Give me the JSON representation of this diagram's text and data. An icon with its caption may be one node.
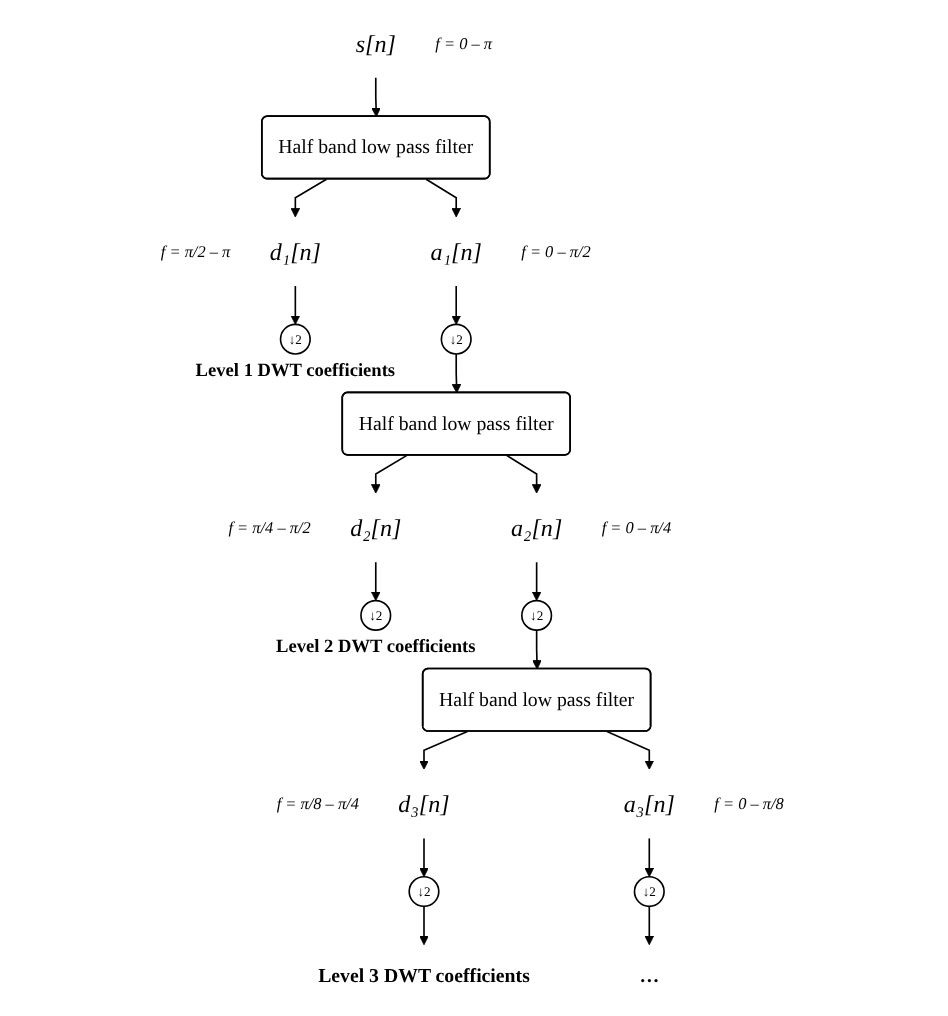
{
  "diagram": {
    "nodes": [
      {
        "text": [
          "s[n]"
        ],
        "beside": [
          "f = 0 – π"
        ]
      },
      {
        "text": [
          "Half band low pass filter"
        ]
      },
      {
        "text": [
          "d₁[n]"
        ],
        "beside": [
          "f = π/2 – π"
        ]
      },
      {
        "text": [
          "a₁[n]"
        ],
        "beside": [
          "f = 0 – π/2"
        ]
      },
      {
        "text": [
          "↓2"
        ],
        "beside": [
          "Level 1 DWT coefficients"
        ]
      },
      {
        "text": [
          "↓2"
        ]
      },
      {
        "text": [
          "Half band low pass filter"
        ]
      },
      {
        "text": [
          "d₂[n]"
        ],
        "beside": [
          "f = π/4 – π/2"
        ]
      },
      {
        "text": [
          "a₂[n]"
        ],
        "beside": [
          "f = 0 – π/4"
        ]
      },
      {
        "text": [
          "↓2"
        ],
        "beside": [
          "Level 2 DWT coefficients"
        ]
      },
      {
        "text": [
          "↓2"
        ]
      },
      {
        "text": [
          "Half band low pass filter"
        ]
      },
      {
        "text": [
          "d₃[n]"
        ],
        "beside": [
          "f = π/8 – π/4"
        ]
      },
      {
        "text": [
          "a₃[n]"
        ],
        "beside": [
          "f = 0 – π/8"
        ]
      },
      {
        "text": [
          "↓2"
        ]
      },
      {
        "text": [
          "↓2"
        ]
      },
      {
        "text": [
          "Level 3 DWT coefficients"
        ]
      },
      {
        "text": [
          "…"
        ]
      }
    ],
    "edges": [
      {
        "from": 0,
        "to": 1,
        "arrow": "to"
      },
      {
        "from": 1,
        "to": 2,
        "arrow": "to"
      },
      {
        "from": 1,
        "to": 3,
        "arrow": "to"
      },
      {
        "from": 2,
        "to": 4,
        "arrow": "to"
      },
      {
        "from": 3,
        "to": 5,
        "arrow": "to"
      },
      {
        "from": 5,
        "to": 6,
        "arrow": "to"
      },
      {
        "from": 6,
        "to": 7,
        "arrow": "to"
      },
      {
        "from": 6,
        "to": 8,
        "arrow": "to"
      },
      {
        "from": 7,
        "to": 9,
        "arrow": "to"
      },
      {
        "from": 8,
        "to": 10,
        "arrow": "to"
      },
      {
        "from": 10,
        "to": 11,
        "arrow": "to"
      },
      {
        "from": 11,
        "to": 12,
        "arrow": "to"
      },
      {
        "from": 11,
        "to": 13,
        "arrow": "to"
      },
      {
        "from": 12,
        "to": 14,
        "arrow": "to"
      },
      {
        "from": 13,
        "to": 15,
        "arrow": "to"
      },
      {
        "from": 14,
        "to": 16,
        "arrow": "to"
      },
      {
        "from": 15,
        "to": 17,
        "arrow": "to"
      }
    ]
  }
}
